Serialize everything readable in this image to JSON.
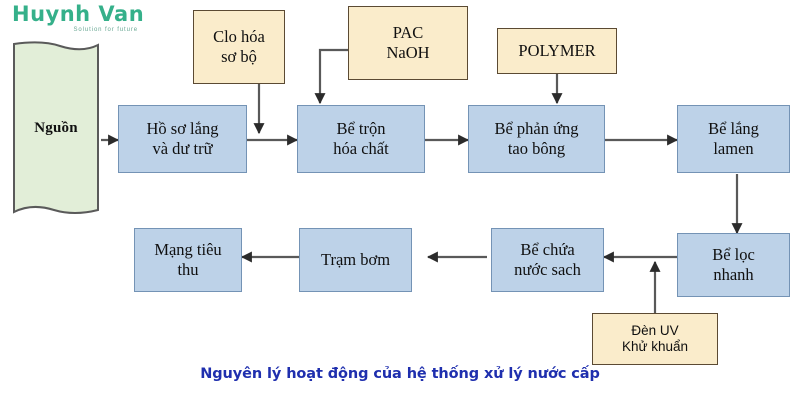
{
  "logo": {
    "name": "Huynh Van",
    "tagline": "Solution for future",
    "color": "#35b08a"
  },
  "caption": {
    "text": "Nguyên lý hoạt động của hệ thống xử lý nước cấp",
    "color": "#1f2fae"
  },
  "palette": {
    "process_fill": "#bdd2e8",
    "process_border": "#7493b5",
    "chemical_fill": "#faeccb",
    "chemical_border": "#5b4a33",
    "source_fill": "#e2eed8",
    "source_border": "#5a5a5a",
    "connector": "#595959"
  },
  "diagram": {
    "title": "Nguyên lý hoạt động của hệ thống xử lý nước cấp",
    "source_node": {
      "label": "Nguồn",
      "shape": "wavy-document"
    },
    "process_nodes": [
      {
        "id": "ho-so-lang",
        "label": "Hồ sơ lắng\nvà dư trữ"
      },
      {
        "id": "be-tron-hoa-chat",
        "label": "Bể trộn\nhóa chất"
      },
      {
        "id": "be-phan-ung-tao-bong",
        "label": "Bể phản ứng\ntao bông"
      },
      {
        "id": "be-lang-lamen",
        "label": "Bể lắng\nlamen"
      },
      {
        "id": "be-loc-nhanh",
        "label": "Bể lọc\nnhanh"
      },
      {
        "id": "be-chua-nuoc-sach",
        "label": "Bể chứa\nnước sach"
      },
      {
        "id": "tram-bom",
        "label": "Trạm bơm"
      },
      {
        "id": "mang-tieu-thu",
        "label": "Mạng tiêu\nthu"
      }
    ],
    "chemical_nodes": [
      {
        "id": "clo-hoa-so-bo",
        "label": "Clo hóa\nsơ bộ"
      },
      {
        "id": "pac-naoh",
        "label": "PAC\nNaOH"
      },
      {
        "id": "polymer",
        "label": "POLYMER"
      },
      {
        "id": "den-uv",
        "label": "Đèn UV\nKhử khuẩn"
      }
    ]
  }
}
